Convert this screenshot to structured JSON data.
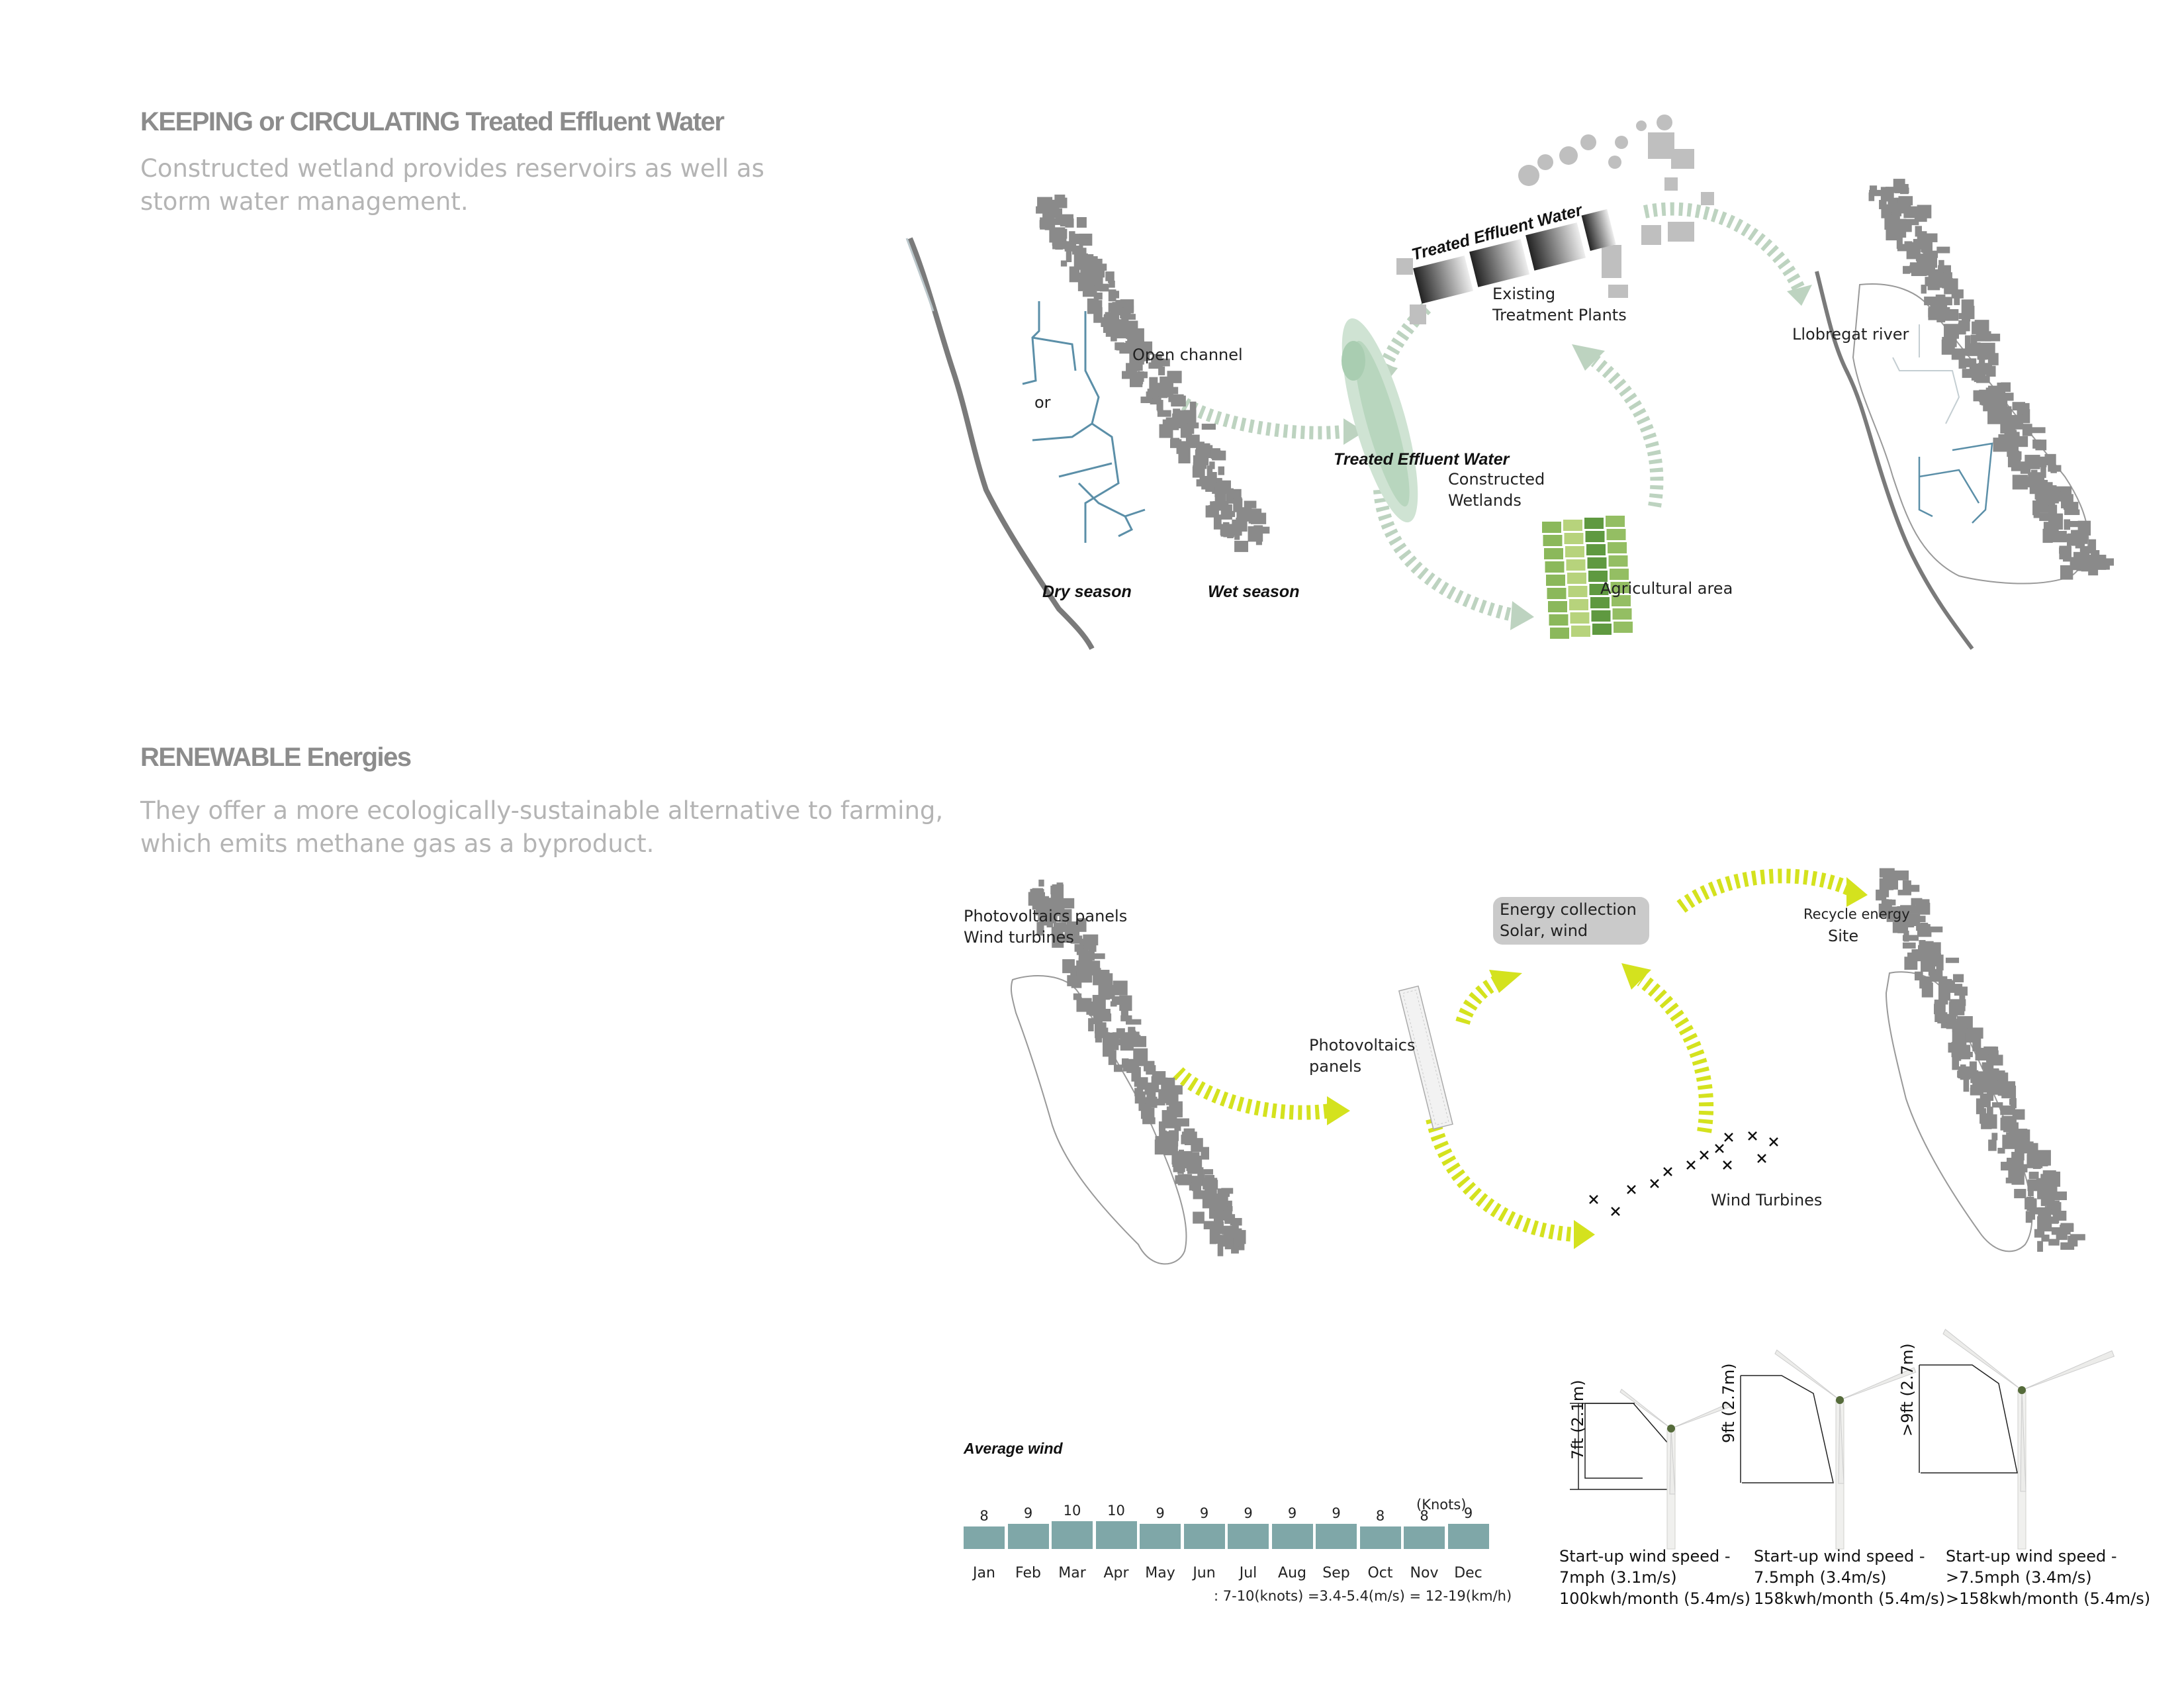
{
  "section1": {
    "title": "KEEPING or CIRCULATING Treated Effluent Water",
    "description_line1": "Constructed wetland provides reservoirs as well as",
    "description_line2": "storm water management."
  },
  "water_diagram": {
    "open_channel": "Open channel",
    "or": "or",
    "dry_season": "Dry season",
    "wet_season": "Wet season",
    "treated_effluent_top": "Treated Effluent Water",
    "existing_plants": "Existing\nTreatment Plants",
    "treated_effluent_mid": "Treated Effluent Water",
    "constructed_wetlands": "Constructed\nWetlands",
    "agricultural_area": "Agricultural area",
    "llobregat_river": "Llobregat river",
    "arrow_color": "#bdd3c0"
  },
  "section2": {
    "title": "RENEWABLE Energies",
    "description_line1": "They offer a more ecologically-sustainable alternative to farming,",
    "description_line2": "which emits methane gas as a byproduct."
  },
  "energy_diagram": {
    "pv_and_turbines": "Photovoltaics panels\nWind turbines",
    "photovoltaics_panels": "Photovoltaics\npanels",
    "energy_collection": "Energy collection\nSolar, wind",
    "recycle_energy": "Recycle energy",
    "site": "Site",
    "wind_turbines": "Wind Turbines",
    "arrow_color": "#d4e21e"
  },
  "wind_chart": {
    "title": "Average wind",
    "unit_label": "(Knots)",
    "footnote": ": 7-10(knots) =3.4-5.4(m/s) = 12-19(km/h)",
    "bar_color": "#7fa7a8"
  },
  "chart_data": {
    "type": "bar",
    "title": "Average wind",
    "categories": [
      "Jan",
      "Feb",
      "Mar",
      "Apr",
      "May",
      "Jun",
      "Jul",
      "Aug",
      "Sep",
      "Oct",
      "Nov",
      "Dec"
    ],
    "values": [
      8,
      9,
      10,
      10,
      9,
      9,
      9,
      9,
      9,
      8,
      8,
      9
    ],
    "ylabel": "(Knots)",
    "ylim": [
      0,
      10
    ]
  },
  "turbines": [
    {
      "height_label": "7ft (2.1m)",
      "spec": "Start-up wind speed -\n7mph (3.1m/s)\n100kwh/month (5.4m/s)"
    },
    {
      "height_label": "9ft (2.7m)",
      "spec": "Start-up wind speed -\n7.5mph (3.4m/s)\n158kwh/month (5.4m/s)"
    },
    {
      "height_label": ">9ft (2.7m)",
      "spec": "Start-up wind speed -\n>7.5mph (3.4m/s)\n>158kwh/month (5.4m/s)"
    }
  ]
}
